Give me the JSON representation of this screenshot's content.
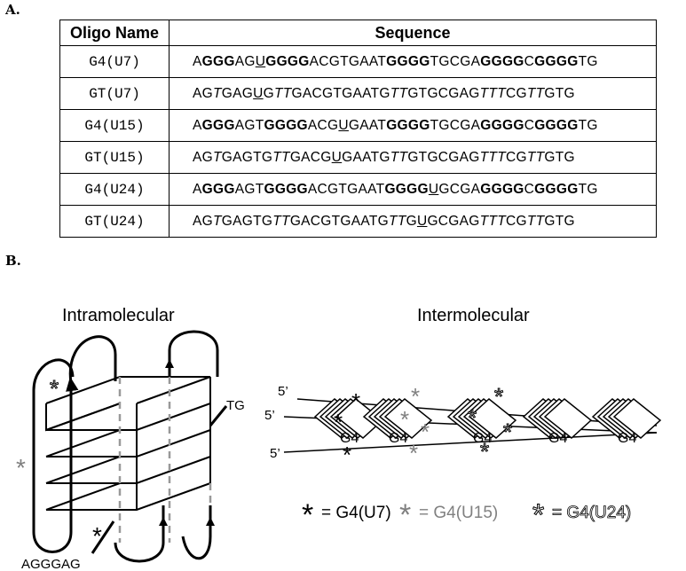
{
  "panel_a": {
    "letter": "A.",
    "header": {
      "name": "Oligo Name",
      "sequence": "Sequence"
    },
    "rows": [
      {
        "name": "G4(U7)",
        "segments": [
          {
            "t": "A"
          },
          {
            "t": "GGG",
            "s": "b"
          },
          {
            "t": "AG"
          },
          {
            "t": "U",
            "s": "u"
          },
          {
            "t": "GGGG",
            "s": "b"
          },
          {
            "t": "ACGTGAAT"
          },
          {
            "t": "GGGG",
            "s": "b"
          },
          {
            "t": "TGCGA"
          },
          {
            "t": "GGGG",
            "s": "b"
          },
          {
            "t": "C"
          },
          {
            "t": "GGGG",
            "s": "b"
          },
          {
            "t": "TG"
          }
        ]
      },
      {
        "name": "GT(U7)",
        "segments": [
          {
            "t": "AG"
          },
          {
            "t": "T",
            "s": "i"
          },
          {
            "t": "GAG"
          },
          {
            "t": "U",
            "s": "u"
          },
          {
            "t": "G"
          },
          {
            "t": "TT",
            "s": "i"
          },
          {
            "t": "GACGTGAATG"
          },
          {
            "t": "TT",
            "s": "i"
          },
          {
            "t": "GTGCGAG"
          },
          {
            "t": "TTT",
            "s": "i"
          },
          {
            "t": "CG"
          },
          {
            "t": "TT",
            "s": "i"
          },
          {
            "t": "GTG"
          }
        ]
      },
      {
        "name": "G4(U15)",
        "segments": [
          {
            "t": "A"
          },
          {
            "t": "GGG",
            "s": "b"
          },
          {
            "t": "AGT"
          },
          {
            "t": "GGGG",
            "s": "b"
          },
          {
            "t": "ACG"
          },
          {
            "t": "U",
            "s": "u"
          },
          {
            "t": "GAAT"
          },
          {
            "t": "GGGG",
            "s": "b"
          },
          {
            "t": "TGCGA"
          },
          {
            "t": "GGGG",
            "s": "b"
          },
          {
            "t": "C"
          },
          {
            "t": "GGGG",
            "s": "b"
          },
          {
            "t": "TG"
          }
        ]
      },
      {
        "name": "GT(U15)",
        "segments": [
          {
            "t": "AG"
          },
          {
            "t": "T",
            "s": "i"
          },
          {
            "t": "GAGTG"
          },
          {
            "t": "TT",
            "s": "i"
          },
          {
            "t": "GACG"
          },
          {
            "t": "U",
            "s": "u"
          },
          {
            "t": "GAATG"
          },
          {
            "t": "TT",
            "s": "i"
          },
          {
            "t": "GTGCGAG"
          },
          {
            "t": "TTT",
            "s": "i"
          },
          {
            "t": "CG"
          },
          {
            "t": "TT",
            "s": "i"
          },
          {
            "t": "GTG"
          }
        ]
      },
      {
        "name": "G4(U24)",
        "segments": [
          {
            "t": "A"
          },
          {
            "t": "GGG",
            "s": "b"
          },
          {
            "t": "AGT"
          },
          {
            "t": "GGGG",
            "s": "b"
          },
          {
            "t": "ACGTGAAT"
          },
          {
            "t": "GGGG",
            "s": "b"
          },
          {
            "t": "U",
            "s": "u"
          },
          {
            "t": "GCGA"
          },
          {
            "t": "GGGG",
            "s": "b"
          },
          {
            "t": "C"
          },
          {
            "t": "GGGG",
            "s": "b"
          },
          {
            "t": "TG"
          }
        ]
      },
      {
        "name": "GT(U24)",
        "segments": [
          {
            "t": "AG"
          },
          {
            "t": "T",
            "s": "i"
          },
          {
            "t": "GAGTG"
          },
          {
            "t": "TT",
            "s": "i"
          },
          {
            "t": "GACGTGAATG"
          },
          {
            "t": "TT",
            "s": "i"
          },
          {
            "t": "G"
          },
          {
            "t": "U",
            "s": "u"
          },
          {
            "t": "GCGAG"
          },
          {
            "t": "TTT",
            "s": "i"
          },
          {
            "t": "CG"
          },
          {
            "t": "TT",
            "s": "i"
          },
          {
            "t": "GTG"
          }
        ]
      }
    ]
  },
  "panel_b": {
    "letter": "B.",
    "intra_title": "Intramolecular",
    "inter_title": "Intermolecular",
    "intra_labels": {
      "three_prime": "TG",
      "five_prime": "AGGGAG"
    },
    "strand_labels": [
      "5’",
      "5’",
      "5’"
    ],
    "g4_label": "G4",
    "legend": [
      {
        "symbol": "*",
        "text": "= G4(U7)",
        "color": "#000000"
      },
      {
        "symbol": "*",
        "text": "= G4(U15)",
        "color": "#808080"
      },
      {
        "symbol": "*",
        "text": "= G4(U24)",
        "color": "#ffffff"
      }
    ]
  }
}
